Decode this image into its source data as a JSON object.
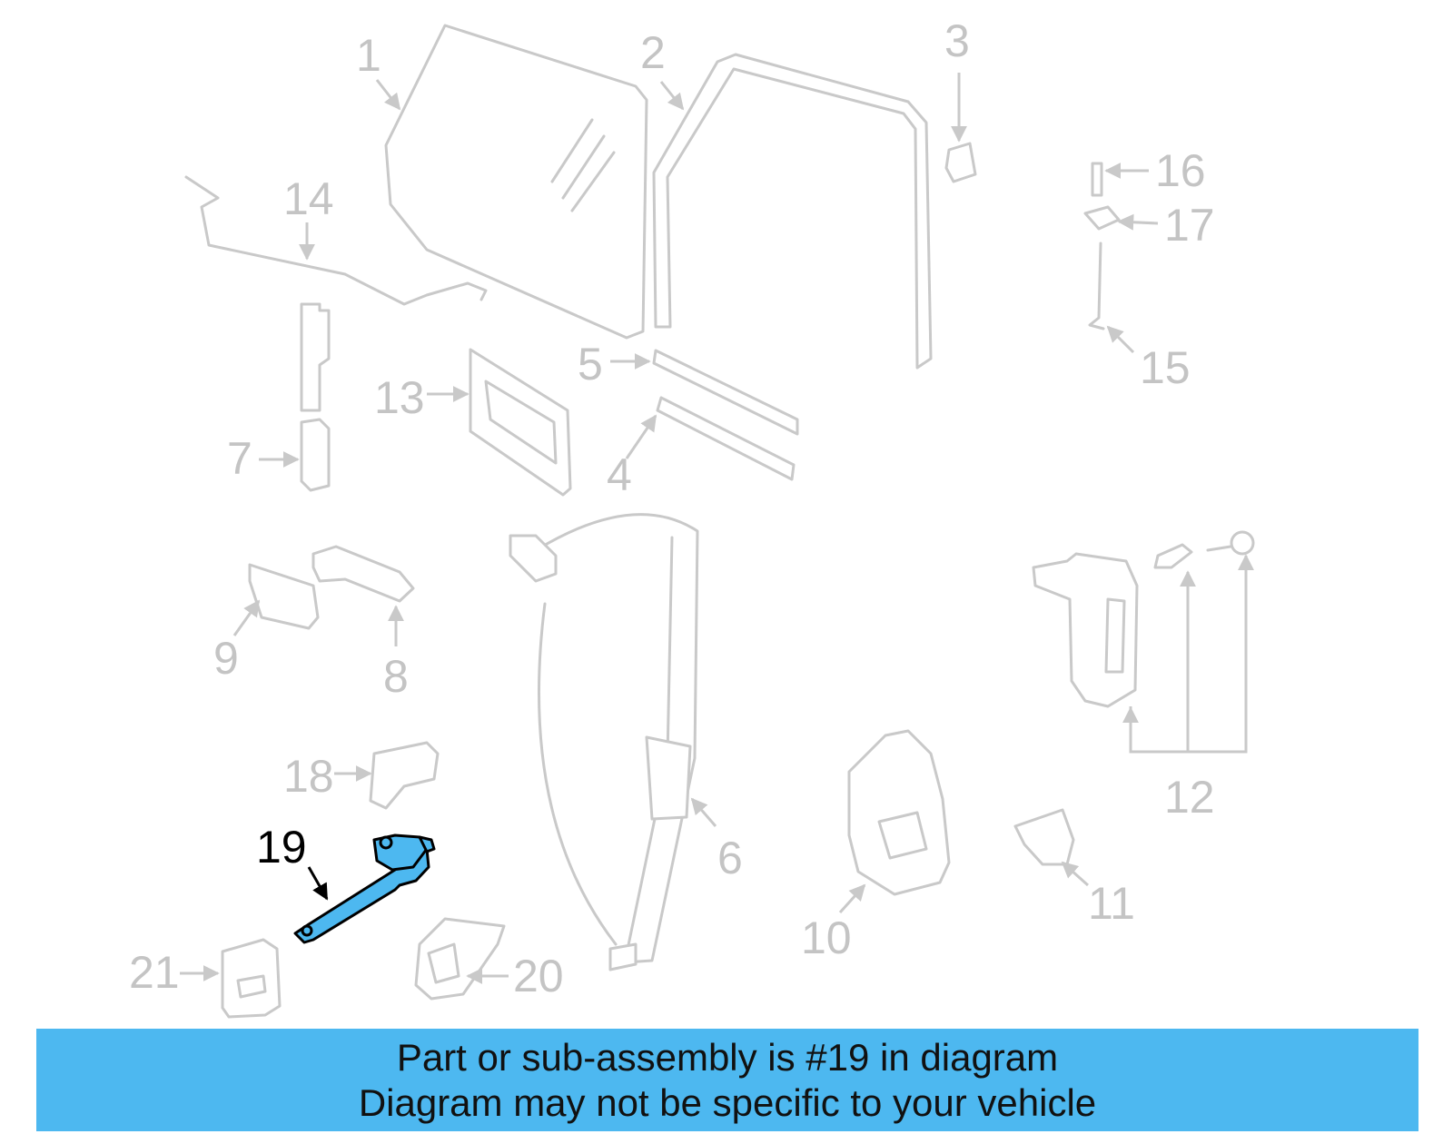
{
  "diagram": {
    "highlighted_part": "19",
    "callouts": [
      "1",
      "2",
      "3",
      "4",
      "5",
      "6",
      "7",
      "8",
      "9",
      "10",
      "11",
      "12",
      "13",
      "14",
      "15",
      "16",
      "17",
      "18",
      "19",
      "20",
      "21"
    ],
    "colors": {
      "highlight": "#4db8f0",
      "inactive": "#c4c4c4",
      "outline": "#000000"
    }
  },
  "banner": {
    "line1": "Part or sub-assembly is #19 in diagram",
    "line2": "Diagram may not be specific to your vehicle"
  }
}
